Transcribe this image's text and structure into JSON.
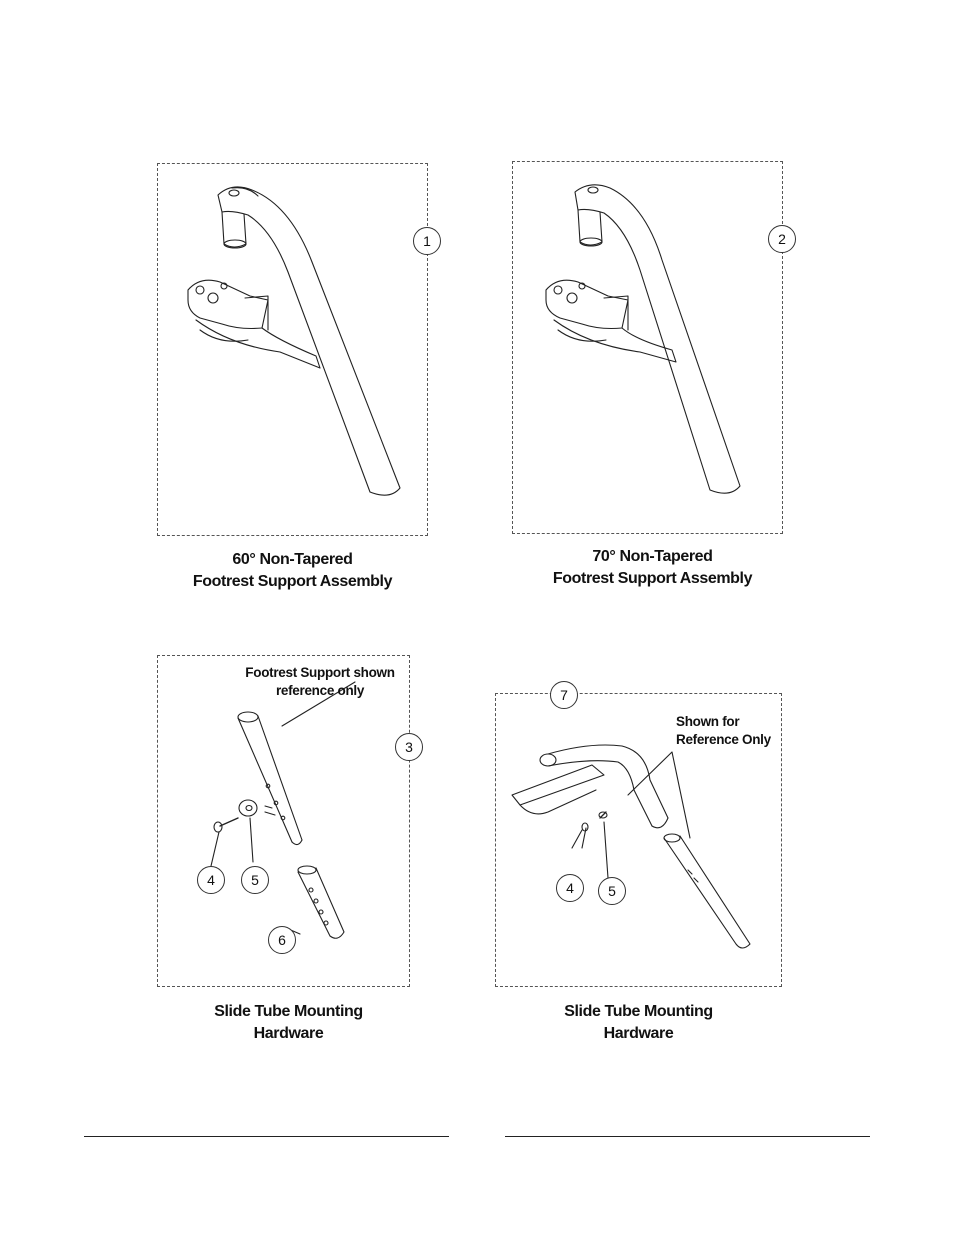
{
  "panels": {
    "p1": {
      "callout": "1",
      "caption_line1": "60° Non-Tapered",
      "caption_line2": "Footrest Support Assembly"
    },
    "p2": {
      "callout": "2",
      "caption_line1": "70° Non-Tapered",
      "caption_line2": "Footrest Support Assembly"
    },
    "p3": {
      "callouts": [
        "3",
        "4",
        "5",
        "6"
      ],
      "note_line1": "Footrest Support shown",
      "note_line2": "reference only",
      "caption_line1": "Slide Tube Mounting",
      "caption_line2": "Hardware"
    },
    "p4": {
      "callouts": [
        "7",
        "4",
        "5"
      ],
      "note_line1": "Shown for",
      "note_line2": "Reference Only",
      "caption_line1": "Slide Tube Mounting",
      "caption_line2": "Hardware"
    }
  }
}
